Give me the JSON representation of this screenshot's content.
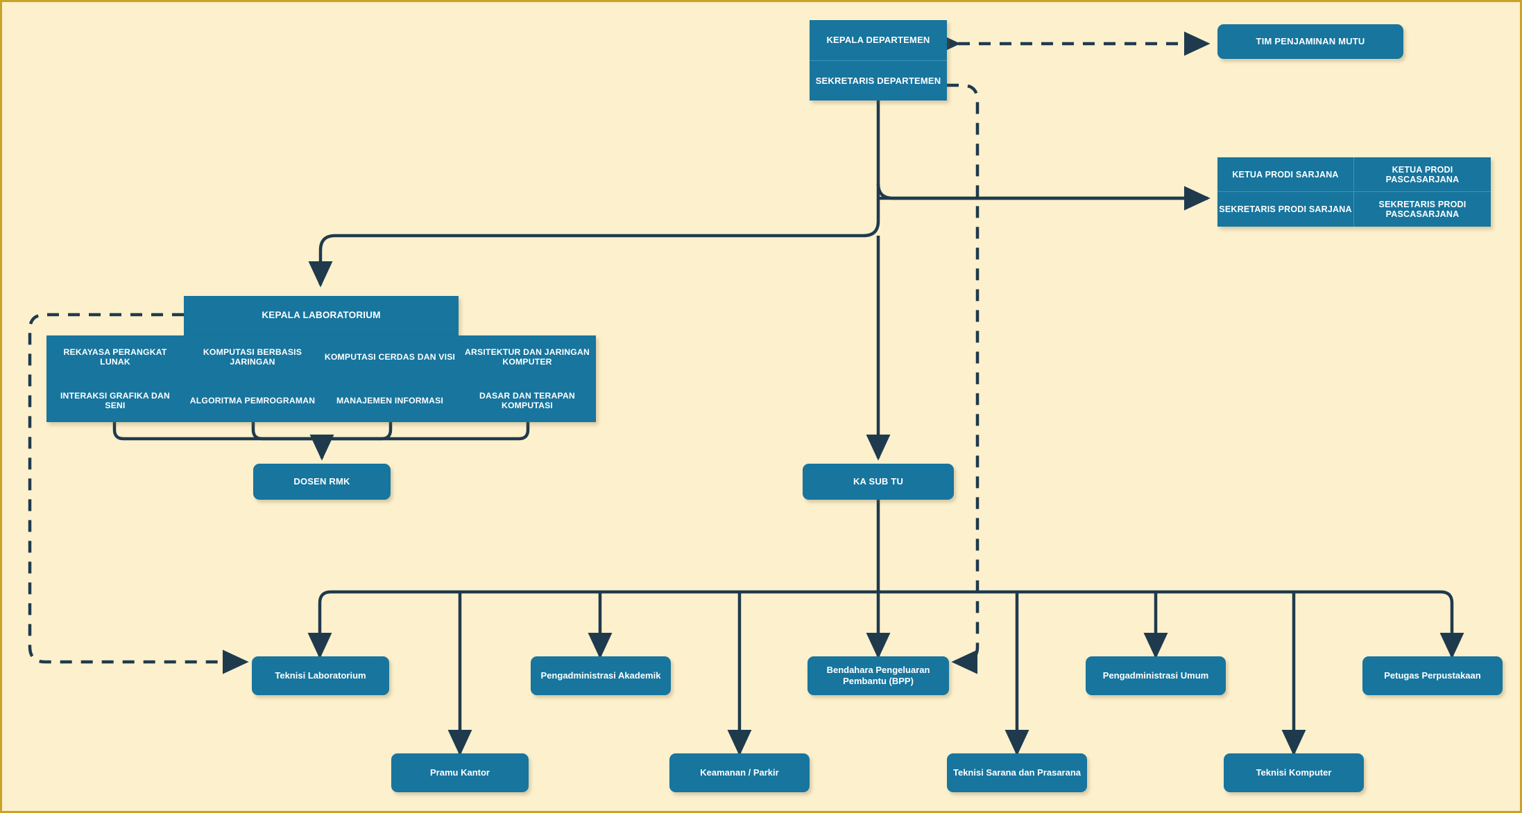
{
  "colors": {
    "background": "#fdf0cd",
    "node_fill": "#17759e",
    "node_text": "#ffffff",
    "edge": "#1f3a4d",
    "frame": "#c9a227"
  },
  "department": {
    "head_label": "KEPALA DEPARTEMEN",
    "secretary_label": "SEKRETARIS DEPARTEMEN"
  },
  "quality_team": {
    "label": "TIM PENJAMINAN MUTU"
  },
  "prodi": {
    "cells": [
      "KETUA PRODI SARJANA",
      "KETUA PRODI PASCASARJANA",
      "SEKRETARIS PRODI SARJANA",
      "SEKRETARIS PRODI PASCASARJANA"
    ]
  },
  "laboratory": {
    "head_label": "KEPALA LABORATORIUM",
    "groups": [
      "REKAYASA PERANGKAT LUNAK",
      "KOMPUTASI BERBASIS JARINGAN",
      "KOMPUTASI CERDAS DAN VISI",
      "ARSITEKTUR DAN JARINGAN KOMPUTER",
      "INTERAKSI GRAFIKA DAN SENI",
      "ALGORITMA PEMROGRAMAN",
      "MANAJEMEN INFORMASI",
      "DASAR DAN TERAPAN KOMPUTASI"
    ]
  },
  "dosen_rmk": {
    "label": "DOSEN RMK"
  },
  "ka_sub_tu": {
    "label": "KA SUB TU"
  },
  "staff": [
    {
      "label": "Teknisi Laboratorium"
    },
    {
      "label": "Pramu Kantor"
    },
    {
      "label": "Pengadministrasi Akademik"
    },
    {
      "label": "Keamanan / Parkir"
    },
    {
      "label": "Bendahara Pengeluaran Pembantu (BPP)"
    },
    {
      "label": "Teknisi Sarana dan Prasarana"
    },
    {
      "label": "Pengadministrasi Umum"
    },
    {
      "label": "Teknisi Komputer"
    },
    {
      "label": "Petugas Perpustakaan"
    }
  ]
}
